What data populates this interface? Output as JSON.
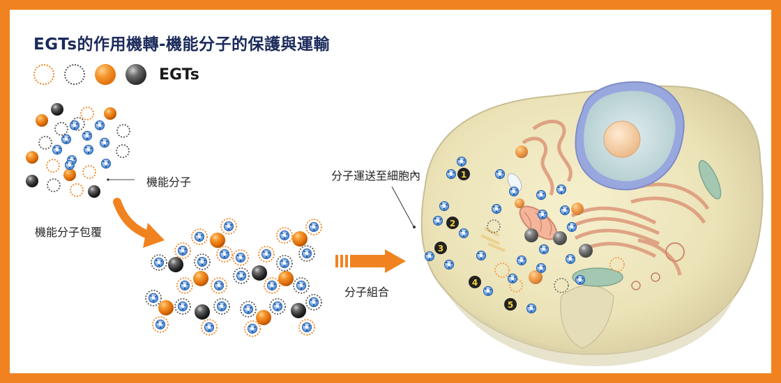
{
  "title": "EGTs的作用機轉-機能分子的保護與運輸",
  "legend": {
    "label": "EGTs"
  },
  "labels": {
    "functional_molecule": "機能分子",
    "coating": "機能分子包覆",
    "transport": "分子運送至細胞內",
    "combination": "分子組合"
  },
  "steps": [
    "1",
    "2",
    "3",
    "4",
    "5"
  ],
  "colors": {
    "border": "#f0831f",
    "title": "#1a2a5a",
    "arrow": "#f0831f",
    "molecule": "#3a7fd0"
  }
}
